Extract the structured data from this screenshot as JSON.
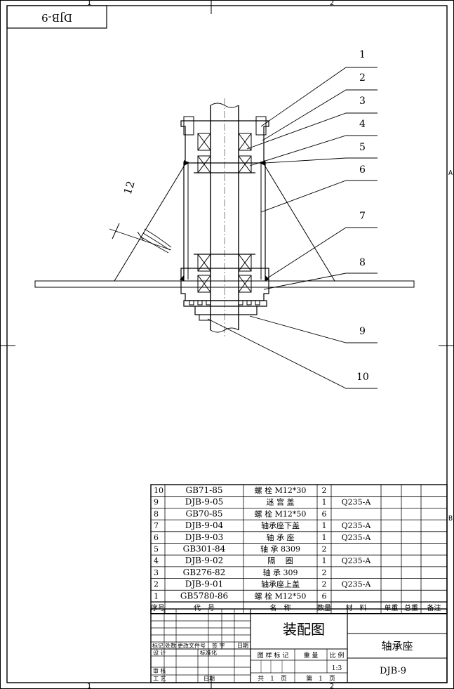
{
  "sheet": {
    "zone_cols": [
      "1",
      "2"
    ],
    "zone_rows": [
      "A",
      "B"
    ],
    "corner_code_flipped": "DJB-9"
  },
  "callouts": [
    "1",
    "2",
    "3",
    "4",
    "5",
    "6",
    "7",
    "8",
    "9",
    "10"
  ],
  "weld_size": "12",
  "parts_table": {
    "header": {
      "index": "序号",
      "code": "代　号",
      "name": "名　称",
      "qty": "数量",
      "material": "材　料",
      "unit_weight": "单重",
      "total_weight": "总重",
      "remark": "备注"
    },
    "rows": [
      {
        "index": "10",
        "code": "GB71-85",
        "name": "螺 栓 M12*30",
        "qty": "2",
        "material": ""
      },
      {
        "index": "9",
        "code": "DJB-9-05",
        "name": "迷 宫 盖",
        "qty": "1",
        "material": "Q235-A"
      },
      {
        "index": "8",
        "code": "GB70-85",
        "name": "螺 栓 M12*50",
        "qty": "6",
        "material": ""
      },
      {
        "index": "7",
        "code": "DJB-9-04",
        "name": "轴承座下盖",
        "qty": "1",
        "material": "Q235-A"
      },
      {
        "index": "6",
        "code": "DJB-9-03",
        "name": "轴 承 座",
        "qty": "1",
        "material": "Q235-A"
      },
      {
        "index": "5",
        "code": "GB301-84",
        "name": "轴 承 8309",
        "qty": "2",
        "material": ""
      },
      {
        "index": "4",
        "code": "DJB-9-02",
        "name": "隔　 圈",
        "qty": "1",
        "material": "Q235-A"
      },
      {
        "index": "3",
        "code": "GB276-82",
        "name": "轴 承 309",
        "qty": "2",
        "material": ""
      },
      {
        "index": "2",
        "code": "DJB-9-01",
        "name": "轴承座上盖",
        "qty": "2",
        "material": "Q235-A"
      },
      {
        "index": "1",
        "code": "GB5780-86",
        "name": "螺 栓 M12*50",
        "qty": "6",
        "material": ""
      }
    ]
  },
  "title_block": {
    "drawing_type": "装配图",
    "part_name": "轴承座",
    "drawing_no": "DJB-9",
    "scale_label": "比 例",
    "scale_value": "1:3",
    "weight_label": "重 量",
    "stage_label": "图 样 标 记",
    "total_pages_label": "共　1　页",
    "page_label": "第　1　页",
    "rev_headers": [
      "标记",
      "处数",
      "更改文件号",
      "签 字",
      "日期"
    ],
    "role_design": "设 计",
    "role_standard": "标准化",
    "role_review": "审 核",
    "role_process": "工 艺",
    "role_date": "日期"
  }
}
